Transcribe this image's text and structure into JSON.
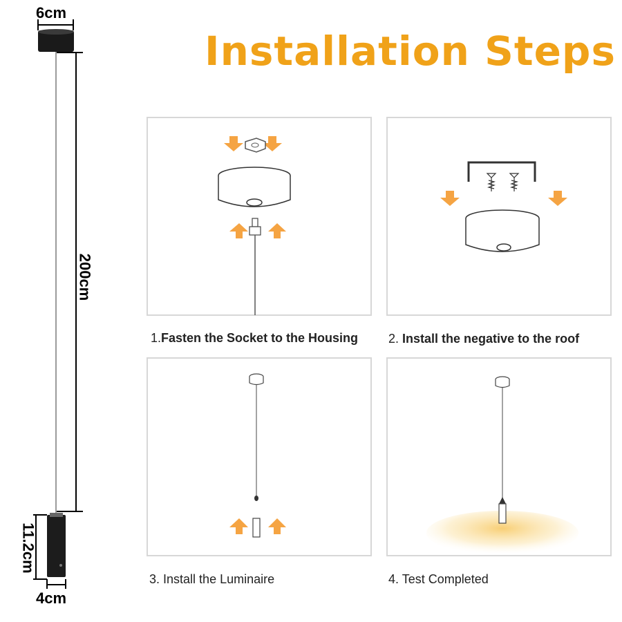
{
  "title": "Installation Steps",
  "colors": {
    "accent": "#f0a219",
    "arrow": "#f5a443",
    "fixture": "#1a1a1a",
    "panel_border": "#d7d7d7"
  },
  "dimensions": {
    "canopy_width": "6cm",
    "cable_length": "200cm",
    "body_height": "11.2cm",
    "body_width": "4cm"
  },
  "steps": [
    {
      "number": "1.",
      "text": "Fasten the Socket to the Housing",
      "bold": true
    },
    {
      "number": "2.",
      "text": "Install the negative to the roof",
      "bold": true
    },
    {
      "number": "3.",
      "text": "Install the Luminaire",
      "bold": false
    },
    {
      "number": "4.",
      "text": "Test Completed",
      "bold": false
    }
  ],
  "icons": [
    "arrow-down-icon",
    "arrow-up-icon",
    "screw-icon",
    "bracket-icon",
    "canopy-icon",
    "lamp-icon"
  ]
}
